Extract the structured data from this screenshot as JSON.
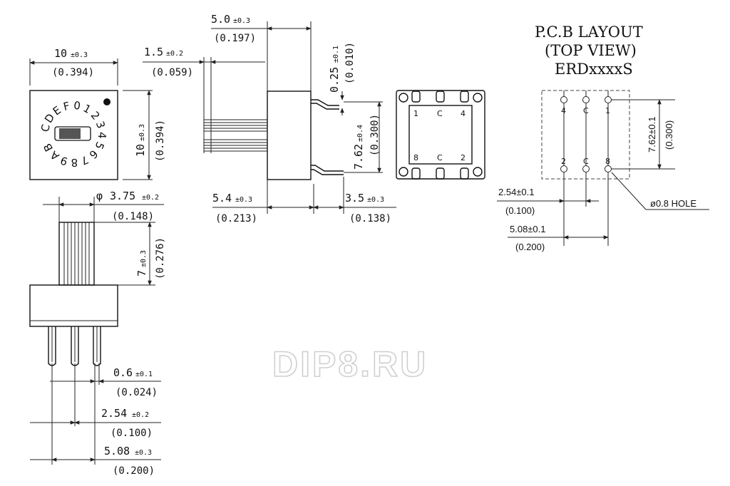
{
  "watermark": "DIP8.RU",
  "front_view": {
    "width_dim": "10",
    "width_tol": "±0.3",
    "width_inch": "(0.394)",
    "height_dim": "10",
    "height_tol": "±0.3",
    "height_inch": "(0.394)",
    "dial_chars": [
      "C",
      "D",
      "E",
      "F",
      "0",
      "1",
      "2",
      "3",
      "4",
      "5",
      "6",
      "7",
      "8",
      "9",
      "A",
      "B"
    ]
  },
  "side_view": {
    "top_dim": "5.0",
    "top_tol": "±0.3",
    "top_inch": "(0.197)",
    "left_dim": "1.5",
    "left_tol": "±0.2",
    "left_inch": "(0.059)",
    "thick_dim": "0.25",
    "thick_tol": "±0.1",
    "thick_inch": "(0.010)",
    "pin_span_dim": "7.62",
    "pin_span_tol": "±0.4",
    "pin_span_inch": "(0.300)",
    "body_dim": "5.4",
    "body_tol": "±0.3",
    "body_inch": "(0.213)",
    "lead_dim": "3.5",
    "lead_tol": "±0.3",
    "lead_inch": "(0.138)"
  },
  "bottom_view": {
    "pins": [
      "1",
      "C",
      "4",
      "8",
      "C",
      "2"
    ]
  },
  "lower_view": {
    "shaft_dim": "3.75",
    "shaft_prefix": "φ",
    "shaft_tol": "±0.2",
    "shaft_inch": "(0.148)",
    "height_dim": "7",
    "height_tol": "±0.3",
    "height_inch": "(0.276)",
    "pin_w_dim": "0.6",
    "pin_w_tol": "±0.1",
    "pin_w_inch": "(0.024)",
    "pitch_dim": "2.54",
    "pitch_tol": "±0.2",
    "pitch_inch": "(0.100)",
    "span_dim": "5.08",
    "span_tol": "±0.3",
    "span_inch": "(0.200)"
  },
  "pcb_layout": {
    "title1": "P.C.B LAYOUT",
    "title2": "(TOP VIEW)",
    "title3": "ERDxxxxS",
    "top_pins": [
      "4",
      "C",
      "1"
    ],
    "bottom_pins": [
      "2",
      "C",
      "8"
    ],
    "pitch_label": "2.54±0.1",
    "pitch_inch": "(0.100)",
    "span_label": "5.08±0.1",
    "span_inch": "(0.200)",
    "row_label": "7.62±0.1",
    "row_inch": "(0.300)",
    "hole_label": "ø0.8 HOLE"
  }
}
